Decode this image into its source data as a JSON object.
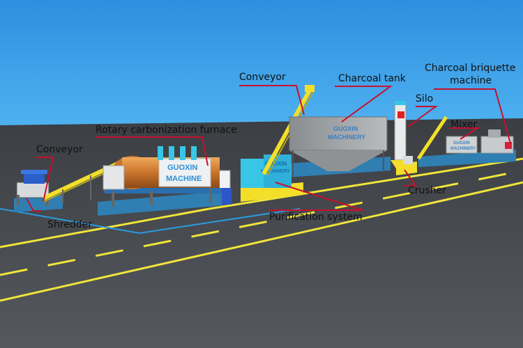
{
  "labels": {
    "conveyor_left": "Conveyor",
    "rotary_furnace": "Rotary carbonization furnace",
    "conveyor_mid": "Conveyor",
    "charcoal_tank": "Charcoal tank",
    "briquette_machine_line1": "Charcoal briquette",
    "briquette_machine_line2": "machine",
    "silo": "Silo",
    "mixer": "Mixer",
    "crusher": "Crusher",
    "purification_system": "Purification system",
    "shredder": "Shredder"
  },
  "brand": {
    "name_line1": "GUOXIN",
    "name_line2": "MACHINERY",
    "furnace_name1": "GUOXIN",
    "furnace_name2": "MACHINE"
  },
  "colors": {
    "sky": "#3aa0e8",
    "ground": "#4a4d52",
    "road_marking": "#f1e53a",
    "pad": "#2f7fb2",
    "label_line": "#c8102e",
    "furnace_orange": "#d98c3b",
    "cyan": "#38c6e6",
    "yellow": "#f3df2a"
  }
}
